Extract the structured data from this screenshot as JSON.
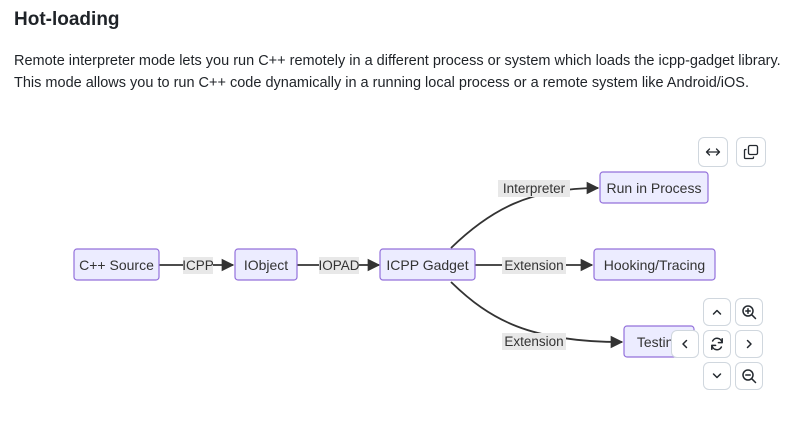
{
  "section": {
    "title": "Hot-loading",
    "description": "Remote interpreter mode lets you run C++ remotely in a different process or system which loads the icpp-gadget library. This mode allows you to run C++ code dynamically in a running local process or a remote system like Android/iOS."
  },
  "diagram": {
    "nodes": {
      "source": "C++ Source",
      "iobject": "IObject",
      "gadget": "ICPP Gadget",
      "run": "Run in Process",
      "hooking": "Hooking/Tracing",
      "testing": "Testing"
    },
    "edges": {
      "source_iobject": "ICPP",
      "iobject_gadget": "IOPAD",
      "gadget_run": "Interpreter",
      "gadget_hooking": "Extension",
      "gadget_testing": "Extension"
    }
  },
  "controls": {
    "top": [
      "expand-icon",
      "copy-icon"
    ],
    "pan_zoom": [
      "pan-up-icon",
      "zoom-in-icon",
      "pan-left-icon",
      "reset-icon",
      "pan-right-icon",
      "pan-down-icon",
      "zoom-out-icon"
    ]
  }
}
